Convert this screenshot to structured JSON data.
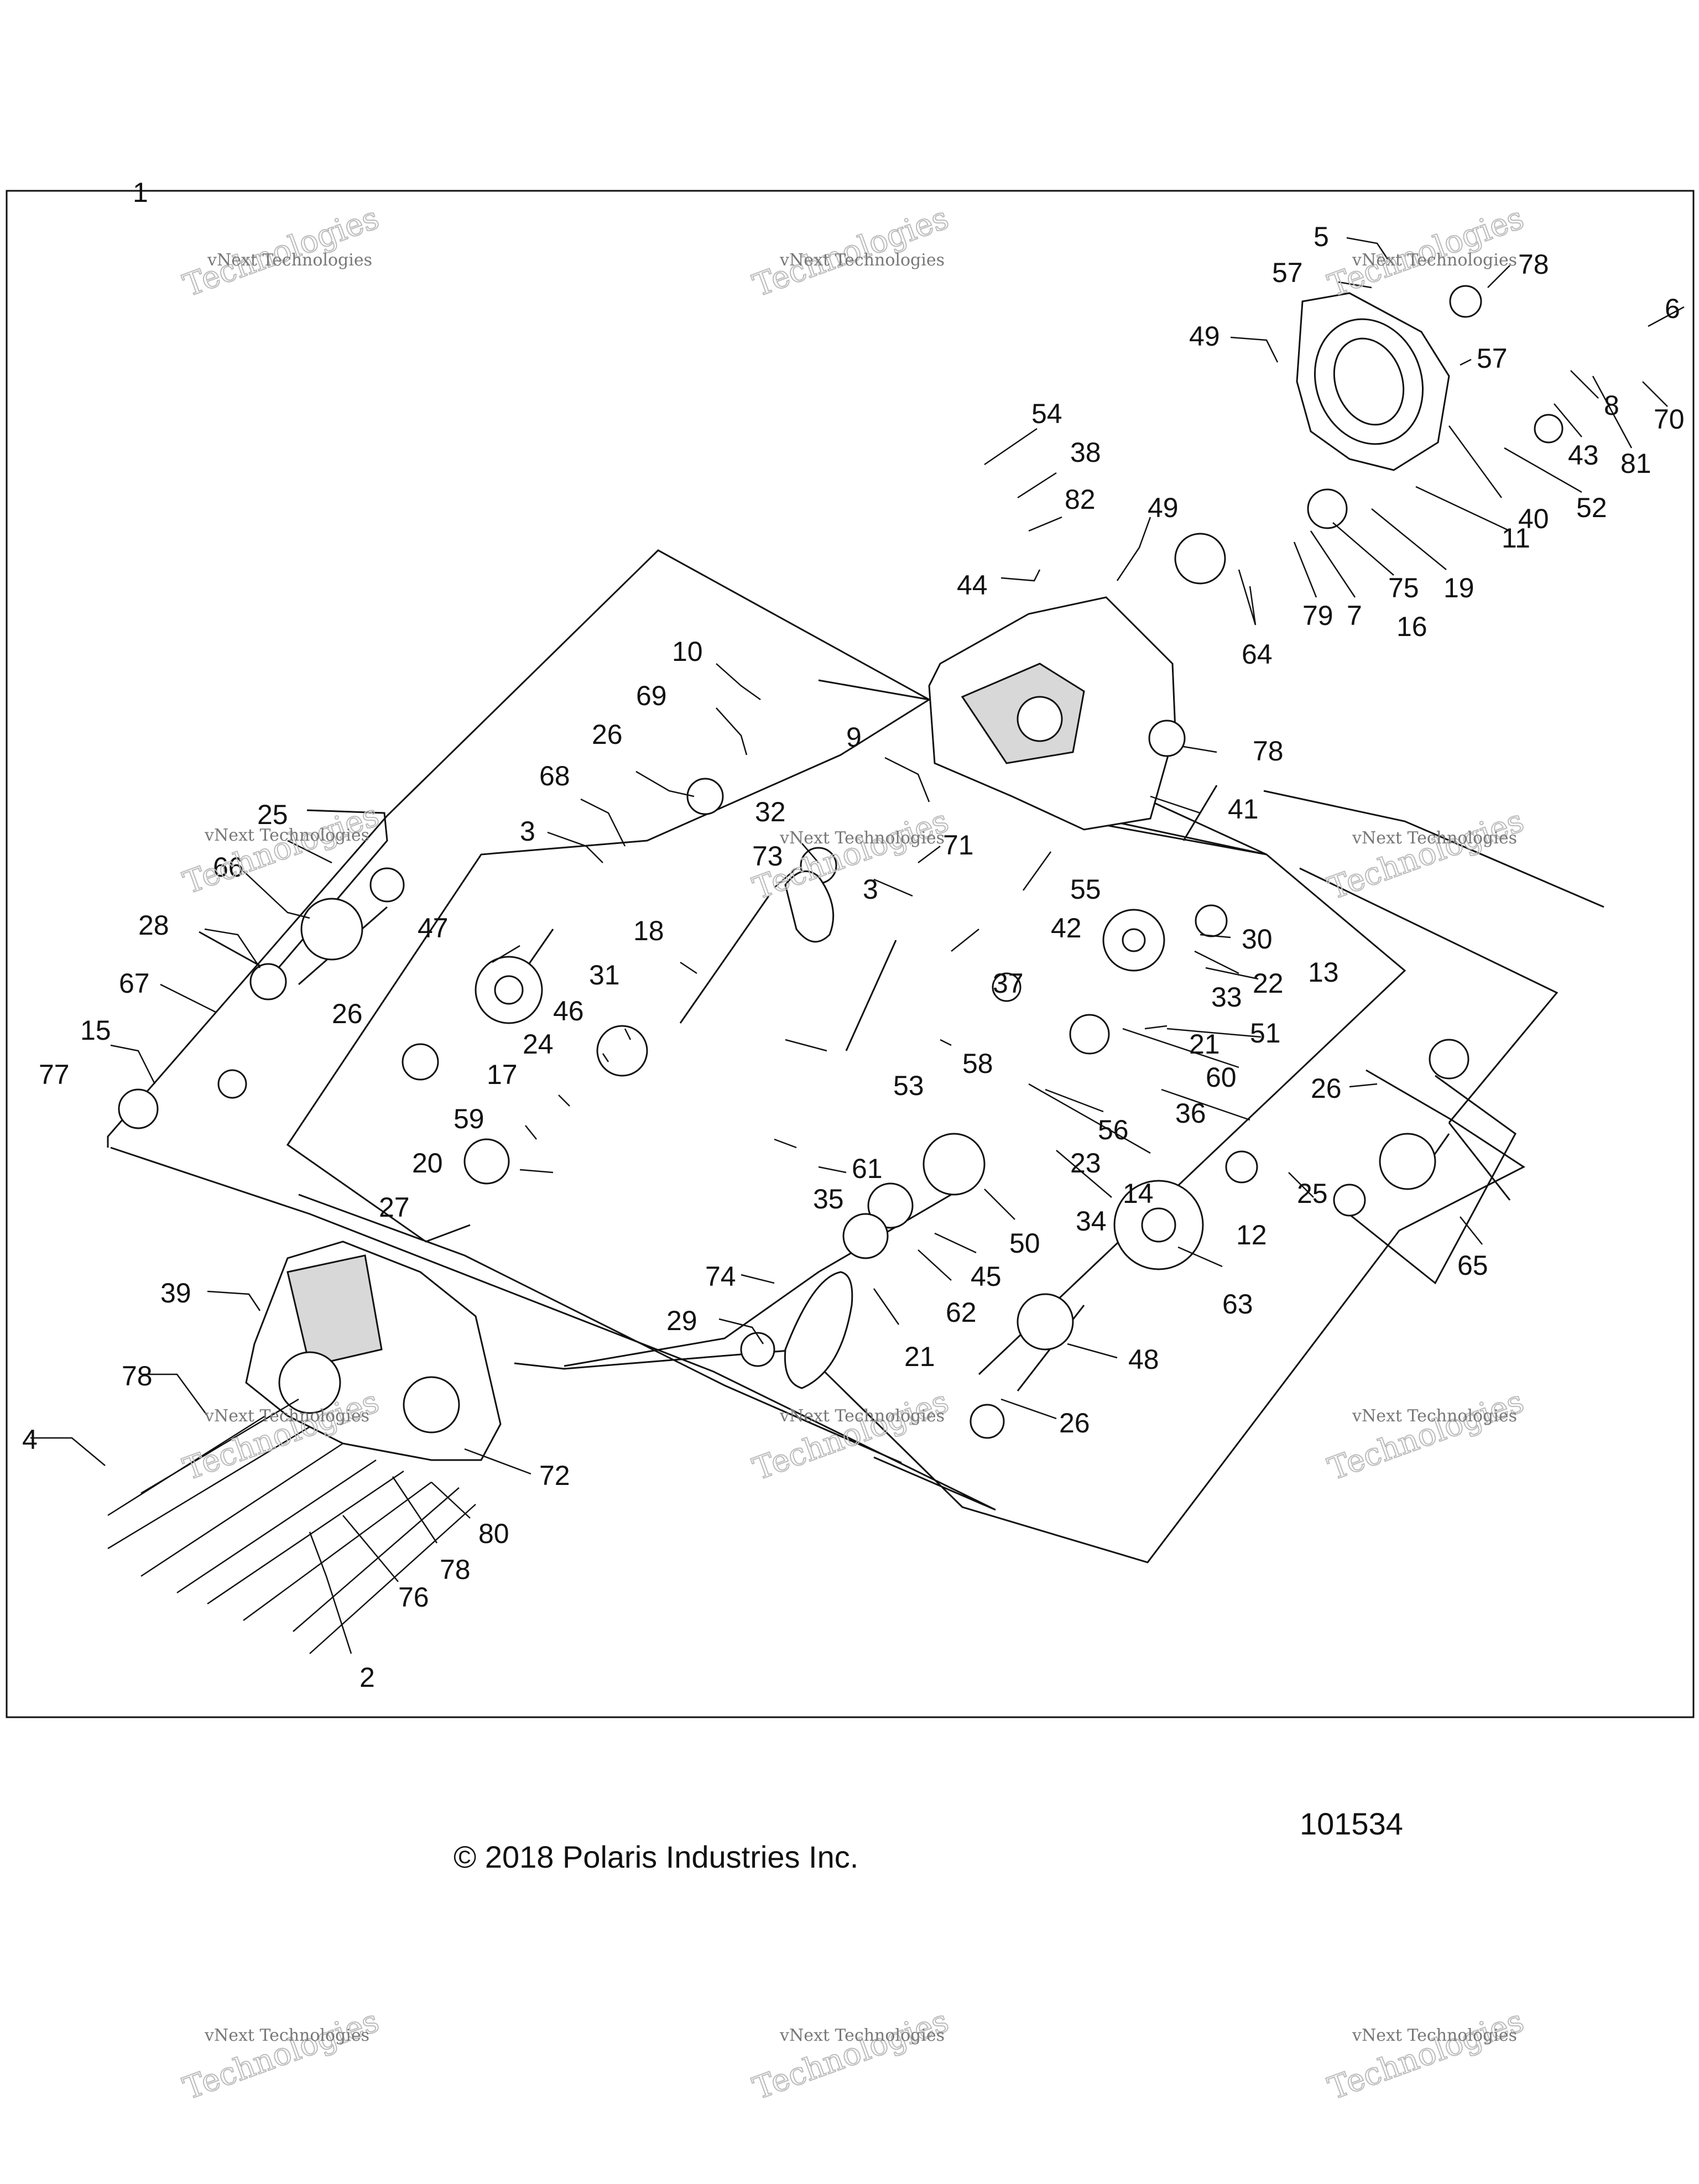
{
  "diagram": {
    "assembly_number": "1",
    "figure_id": "101534",
    "copyright": "© 2018 Polaris Industries Inc.",
    "watermark": {
      "line1": "vNext Technologies",
      "line2": "Technologies"
    },
    "callouts": [
      {
        "id": "c1",
        "label": "5"
      },
      {
        "id": "c2",
        "label": "57"
      },
      {
        "id": "c3",
        "label": "78"
      },
      {
        "id": "c4",
        "label": "6"
      },
      {
        "id": "c5",
        "label": "49"
      },
      {
        "id": "c6",
        "label": "57"
      },
      {
        "id": "c7",
        "label": "8"
      },
      {
        "id": "c8",
        "label": "70"
      },
      {
        "id": "c9",
        "label": "43"
      },
      {
        "id": "c10",
        "label": "81"
      },
      {
        "id": "c11",
        "label": "52"
      },
      {
        "id": "c12",
        "label": "40"
      },
      {
        "id": "c13",
        "label": "11"
      },
      {
        "id": "c14",
        "label": "19"
      },
      {
        "id": "c15",
        "label": "75"
      },
      {
        "id": "c16",
        "label": "16"
      },
      {
        "id": "c17",
        "label": "7"
      },
      {
        "id": "c18",
        "label": "79"
      },
      {
        "id": "c19",
        "label": "64"
      },
      {
        "id": "c20",
        "label": "54"
      },
      {
        "id": "c21",
        "label": "38"
      },
      {
        "id": "c22",
        "label": "82"
      },
      {
        "id": "c23",
        "label": "49"
      },
      {
        "id": "c24",
        "label": "44"
      },
      {
        "id": "c25",
        "label": "10"
      },
      {
        "id": "c26",
        "label": "69"
      },
      {
        "id": "c27",
        "label": "9"
      },
      {
        "id": "c28",
        "label": "26"
      },
      {
        "id": "c29",
        "label": "78"
      },
      {
        "id": "c30",
        "label": "41"
      },
      {
        "id": "c31",
        "label": "68"
      },
      {
        "id": "c32",
        "label": "32"
      },
      {
        "id": "c33",
        "label": "3"
      },
      {
        "id": "c34",
        "label": "71"
      },
      {
        "id": "c35",
        "label": "3"
      },
      {
        "id": "c36",
        "label": "73"
      },
      {
        "id": "c37",
        "label": "55"
      },
      {
        "id": "c38",
        "label": "25"
      },
      {
        "id": "c39",
        "label": "66"
      },
      {
        "id": "c40",
        "label": "28"
      },
      {
        "id": "c41",
        "label": "47"
      },
      {
        "id": "c42",
        "label": "18"
      },
      {
        "id": "c43",
        "label": "42"
      },
      {
        "id": "c44",
        "label": "30"
      },
      {
        "id": "c45",
        "label": "13"
      },
      {
        "id": "c46",
        "label": "22"
      },
      {
        "id": "c47",
        "label": "33"
      },
      {
        "id": "c48",
        "label": "37"
      },
      {
        "id": "c49",
        "label": "67"
      },
      {
        "id": "c50",
        "label": "31"
      },
      {
        "id": "c51",
        "label": "46"
      },
      {
        "id": "c52",
        "label": "51"
      },
      {
        "id": "c53",
        "label": "26"
      },
      {
        "id": "c54",
        "label": "15"
      },
      {
        "id": "c55",
        "label": "24"
      },
      {
        "id": "c56",
        "label": "21"
      },
      {
        "id": "c57",
        "label": "60"
      },
      {
        "id": "c58",
        "label": "58"
      },
      {
        "id": "c59",
        "label": "77"
      },
      {
        "id": "c60",
        "label": "17"
      },
      {
        "id": "c61",
        "label": "53"
      },
      {
        "id": "c62",
        "label": "36"
      },
      {
        "id": "c63",
        "label": "59"
      },
      {
        "id": "c64",
        "label": "56"
      },
      {
        "id": "c65",
        "label": "26"
      },
      {
        "id": "c66",
        "label": "20"
      },
      {
        "id": "c67",
        "label": "61"
      },
      {
        "id": "c68",
        "label": "23"
      },
      {
        "id": "c69",
        "label": "14"
      },
      {
        "id": "c70",
        "label": "35"
      },
      {
        "id": "c71",
        "label": "25"
      },
      {
        "id": "c72",
        "label": "27"
      },
      {
        "id": "c73",
        "label": "34"
      },
      {
        "id": "c74",
        "label": "12"
      },
      {
        "id": "c75",
        "label": "50"
      },
      {
        "id": "c76",
        "label": "65"
      },
      {
        "id": "c77",
        "label": "45"
      },
      {
        "id": "c78",
        "label": "39"
      },
      {
        "id": "c79",
        "label": "63"
      },
      {
        "id": "c80",
        "label": "74"
      },
      {
        "id": "c81",
        "label": "62"
      },
      {
        "id": "c82",
        "label": "29"
      },
      {
        "id": "c83",
        "label": "21"
      },
      {
        "id": "c84",
        "label": "48"
      },
      {
        "id": "c85",
        "label": "78"
      },
      {
        "id": "c86",
        "label": "26"
      },
      {
        "id": "c87",
        "label": "4"
      },
      {
        "id": "c88",
        "label": "72"
      },
      {
        "id": "c89",
        "label": "80"
      },
      {
        "id": "c90",
        "label": "78"
      },
      {
        "id": "c91",
        "label": "76"
      },
      {
        "id": "c92",
        "label": "2"
      }
    ]
  }
}
